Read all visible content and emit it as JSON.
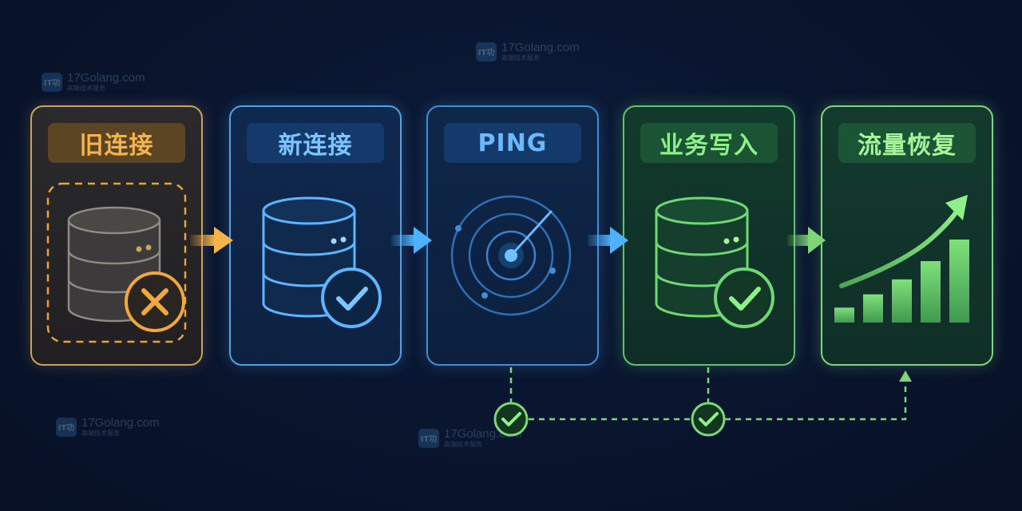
{
  "steps": [
    {
      "label": "旧连接",
      "icon": "database-error-icon"
    },
    {
      "label": "新连接",
      "icon": "database-check-icon"
    },
    {
      "label": "PING",
      "icon": "radar-icon"
    },
    {
      "label": "业务写入",
      "icon": "database-check-icon"
    },
    {
      "label": "流量恢复",
      "icon": "growth-chart-icon"
    }
  ],
  "watermark": {
    "site": "17Golang.com",
    "tagline": "高端技术服务",
    "badge": "IT功"
  },
  "colors": {
    "old": "#f6b34b",
    "new": "#7cc6ff",
    "ping": "#69b9ff",
    "write": "#8ff08a",
    "recover": "#a8f49c",
    "check": "#7fd67a"
  },
  "recover_bars": [
    18,
    34,
    52,
    74,
    100
  ]
}
